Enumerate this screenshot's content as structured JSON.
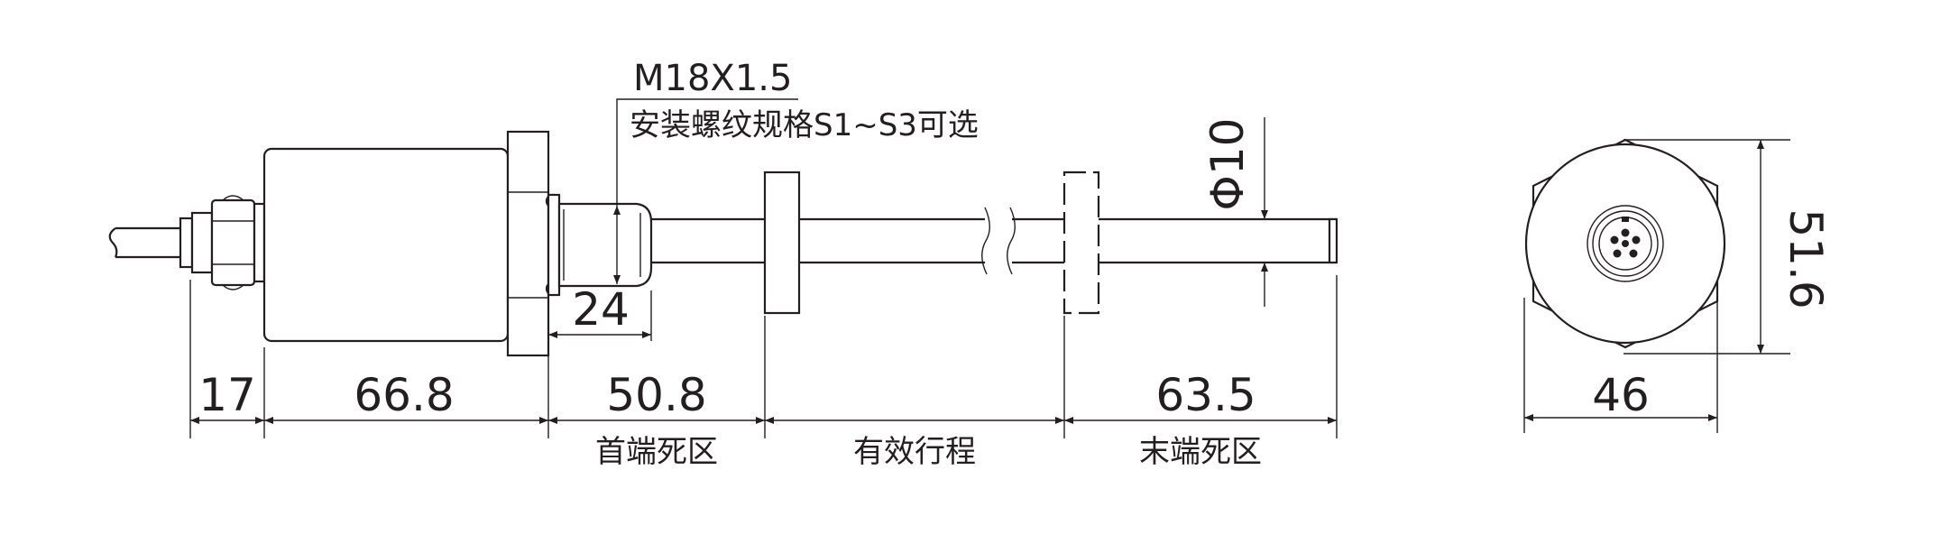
{
  "thread": {
    "spec": "M18X1.5",
    "note": "安装螺纹规格S1~S3可选"
  },
  "dimensions": {
    "cable_gland": "17",
    "housing": "66.8",
    "start_dead_zone": "50.8",
    "wrench_size": "24",
    "rod_diameter": "Φ10",
    "end_dead_zone": "63.5",
    "end_view_width": "46",
    "end_view_height": "51.6"
  },
  "zones": {
    "start": "首端死区",
    "stroke": "有效行程",
    "end": "末端死区"
  },
  "colors": {
    "line": "#231f20",
    "background": "#ffffff"
  }
}
